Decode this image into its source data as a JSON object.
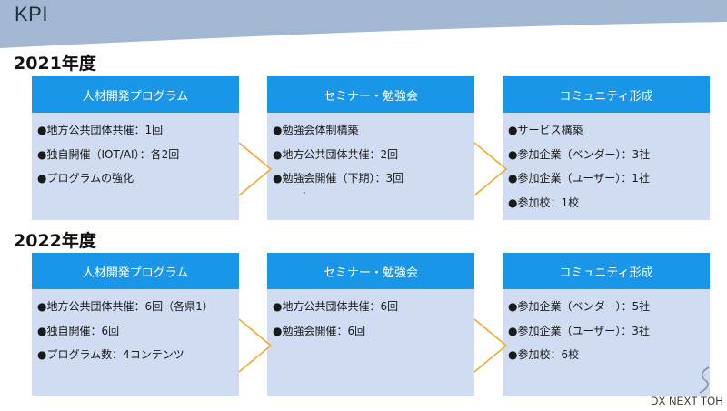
{
  "slide": {
    "title": "KPI",
    "header_color": "#a2b8d2",
    "card_header_color": "#1a96e8",
    "card_body_color": "#cfdcf2",
    "arrow_color": "#f5a623"
  },
  "sections": [
    {
      "year": "2021年度",
      "cards": [
        {
          "title": "人材開発プログラム",
          "items": [
            "●地方公共団体共催：1回",
            "●独自開催（IOT/AI）：各2回",
            "●プログラムの強化"
          ]
        },
        {
          "title": "セミナー・勉強会",
          "items": [
            "●勉強会体制構築",
            "●地方公共団体共催：2回",
            "●勉強会開催（下期）：3回"
          ]
        },
        {
          "title": "コミュニティ形成",
          "items": [
            "●サービス構築",
            "●参加企業（ベンダー）：3社",
            "●参加企業（ユーザー）：1社",
            "●参加校：1校"
          ]
        }
      ]
    },
    {
      "year": "2022年度",
      "cards": [
        {
          "title": "人材開発プログラム",
          "items": [
            "●地方公共団体共催：6回（各県1）",
            "●独自開催：6回",
            "●プログラム数：4コンテンツ"
          ]
        },
        {
          "title": "セミナー・勉強会",
          "items": [
            "●地方公共団体共催：6回",
            "●勉強会開催：6回"
          ]
        },
        {
          "title": "コミュニティ形成",
          "items": [
            "●参加企業（ベンダー）：5社",
            "●参加企業（ユーザー）：3社",
            "●参加校：6校"
          ]
        }
      ]
    }
  ],
  "logo": {
    "text": "DX NEXT TOH"
  }
}
